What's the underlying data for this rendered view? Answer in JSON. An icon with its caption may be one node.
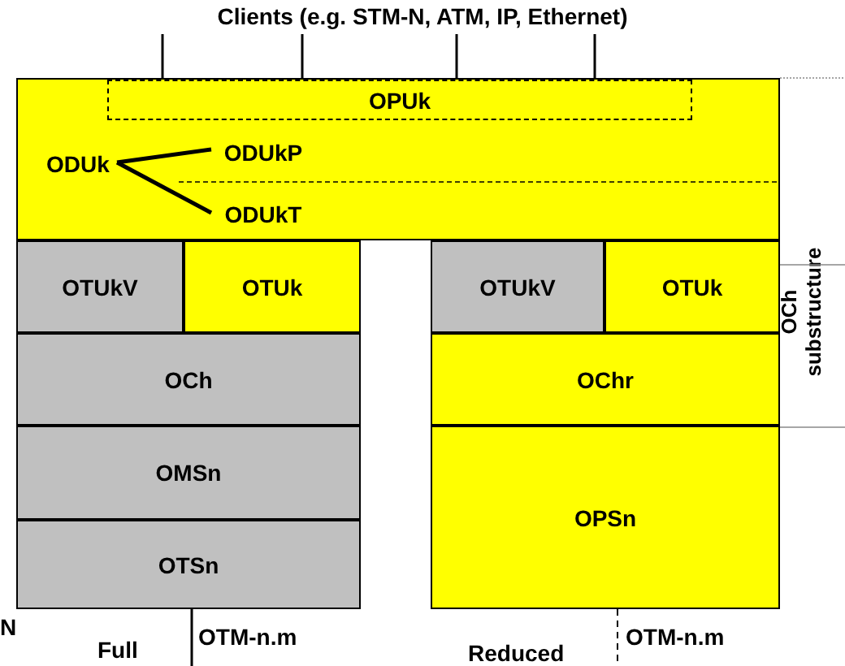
{
  "diagram": {
    "nodes": [
      {
        "text": [],
        "shape": "box"
      },
      {
        "text": [
          "OPUk"
        ],
        "in": 0
      },
      {
        "text": [
          "ODUk"
        ],
        "in": 0
      },
      {
        "text": [
          "ODUkP"
        ],
        "in": 0
      },
      {
        "text": [
          "ODUkT"
        ],
        "in": 0
      },
      {
        "text": [
          "Clients (e.g. STM-N, ATM, IP, Ethernet)"
        ]
      },
      {
        "text": [
          "OTUkV"
        ]
      },
      {
        "text": [
          "OTUk"
        ]
      },
      {
        "text": [
          "OCh"
        ]
      },
      {
        "text": [
          "OMSn"
        ]
      },
      {
        "text": [
          "OTSn"
        ]
      },
      {
        "text": [
          "OTUkV"
        ]
      },
      {
        "text": [
          "OTUk"
        ]
      },
      {
        "text": [
          "OChr"
        ]
      },
      {
        "text": [
          "OPSn"
        ]
      }
    ],
    "edges": [
      {
        "from": 5,
        "to": 1,
        "arrow": "none"
      },
      {
        "from": 5,
        "to": 1,
        "arrow": "none"
      },
      {
        "from": 5,
        "to": 1,
        "arrow": "none"
      },
      {
        "from": 5,
        "to": 1,
        "arrow": "none"
      },
      {
        "from": 2,
        "to": 3,
        "arrow": "none"
      },
      {
        "from": 2,
        "to": 4,
        "arrow": "none"
      }
    ],
    "labels": [
      "OCh substructure",
      "N",
      "Full",
      "OTM-n.m",
      "Reduced",
      "OTM-n.m"
    ]
  }
}
